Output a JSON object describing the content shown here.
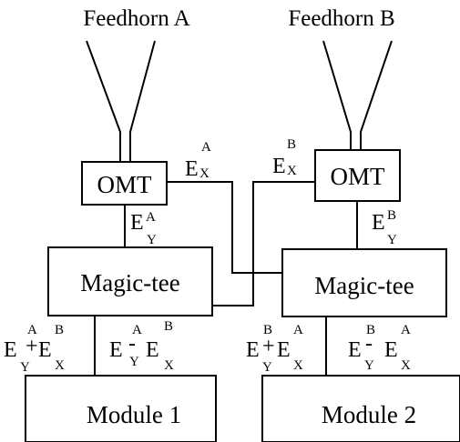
{
  "feedhorns": {
    "a": "Feedhorn A",
    "b": "Feedhorn B"
  },
  "omt": {
    "a": "OMT",
    "b": "OMT"
  },
  "magic_tee": {
    "a": "Magic-tee",
    "b": "Magic-tee"
  },
  "modules": {
    "one": "Module 1",
    "two": "Module 2"
  },
  "field_labels": {
    "ex_a": {
      "base": "E",
      "sup": "A",
      "sub": "X"
    },
    "ex_b": {
      "base": "E",
      "sup": "B",
      "sub": "X"
    },
    "ey_a": {
      "base": "E",
      "sup": "A",
      "sub": "Y"
    },
    "ey_b": {
      "base": "E",
      "sup": "B",
      "sub": "Y"
    }
  },
  "outputs": {
    "left_sum": {
      "e1": "E",
      "sup1": "A",
      "sub1": "Y",
      "op": "+",
      "e2": "E",
      "sup2": "B",
      "sub2": "X"
    },
    "left_diff": {
      "e1": "E",
      "sup1": "A",
      "sub1": "Y",
      "op": "-",
      "e2": "E",
      "sup2": "B",
      "sub2": "X"
    },
    "right_sum": {
      "e1": "E",
      "sup1": "B",
      "sub1": "Y",
      "op": "+",
      "e2": "E",
      "sup2": "A",
      "sub2": "X"
    },
    "right_diff": {
      "e1": "E",
      "sup1": "B",
      "sub1": "Y",
      "op": "-",
      "e2": "E",
      "sup2": "A",
      "sub2": "X"
    }
  }
}
